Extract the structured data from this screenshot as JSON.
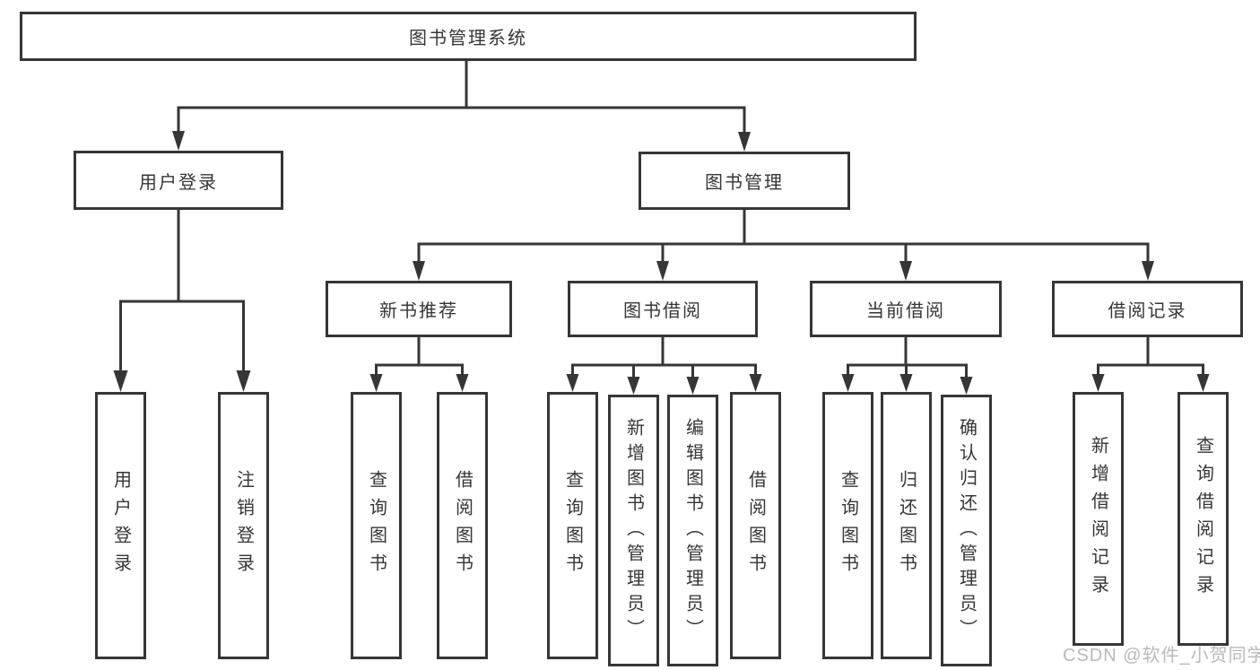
{
  "diagram": {
    "root": {
      "label": "图书管理系统"
    },
    "branches": {
      "user_login": {
        "label": "用户登录",
        "children": [
          {
            "label": "用户登录"
          },
          {
            "label": "注销登录"
          }
        ]
      },
      "book_mgmt": {
        "label": "图书管理",
        "children": [
          {
            "label": "新书推荐",
            "children": [
              {
                "label": "查询图书"
              },
              {
                "label": "借阅图书"
              }
            ]
          },
          {
            "label": "图书借阅",
            "children": [
              {
                "label": "查询图书"
              },
              {
                "label": "新增图书（管理员）"
              },
              {
                "label": "编辑图书（管理员）"
              },
              {
                "label": "借阅图书"
              }
            ]
          },
          {
            "label": "当前借阅",
            "children": [
              {
                "label": "查询图书"
              },
              {
                "label": "归还图书"
              },
              {
                "label": "确认归还（管理员）"
              }
            ]
          },
          {
            "label": "借阅记录",
            "children": [
              {
                "label": "新增借阅记录"
              },
              {
                "label": "查询借阅记录"
              }
            ]
          }
        ]
      }
    },
    "watermark": "CSDN @软件_小贺同学",
    "colors": {
      "line": "#363636",
      "text": "#363636",
      "watermark": "#b9b9b9",
      "background": "#ffffff"
    }
  }
}
